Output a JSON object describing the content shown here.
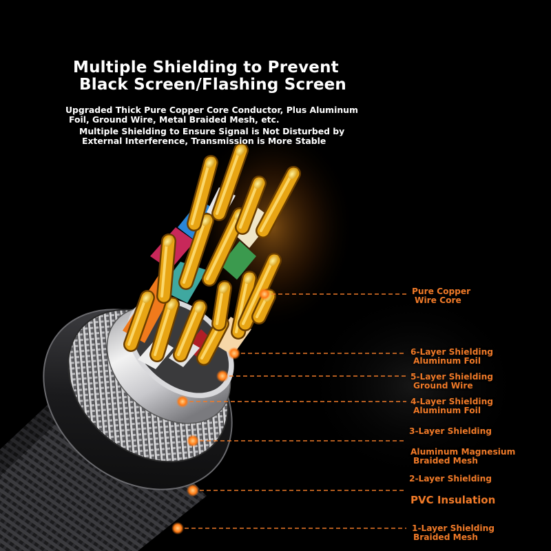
{
  "headline": {
    "line1": "Multiple Shielding to Prevent",
    "line2": "Black Screen/Flashing Screen"
  },
  "description": {
    "line1": "Upgraded Thick Pure Copper Core Conductor, Plus Aluminum",
    "line2": "Foil, Ground Wire, Metal Braided Mesh, etc.",
    "line3": "Multiple Shielding to Ensure Signal is Not Disturbed by",
    "line4": "External Interference, Transmission is More Stable"
  },
  "callouts": {
    "copper_core": {
      "line1": "Pure Copper",
      "line2": "Wire Core"
    },
    "layer6": {
      "line1": "6-Layer Shielding",
      "line2": "Aluminum Foil"
    },
    "layer5": {
      "line1": "5-Layer Shielding",
      "line2": "Ground Wire"
    },
    "layer4": {
      "line1": "4-Layer Shielding",
      "line2": "Aluminum Foil"
    },
    "layer3": {
      "line1": "3-Layer Shielding"
    },
    "layer3_material": {
      "line1": "Aluminum Magnesium",
      "line2": "Braided Mesh"
    },
    "layer2": {
      "line1": "2-Layer Shielding"
    },
    "layer2_material": {
      "line1": "PVC Insulation"
    },
    "layer1": {
      "line1": "1-Layer Shielding",
      "line2": "Braided Mesh"
    }
  },
  "colors": {
    "background": "#000000",
    "accent": "#f07a28",
    "text": "#ffffff",
    "gold": "#e8a514"
  }
}
